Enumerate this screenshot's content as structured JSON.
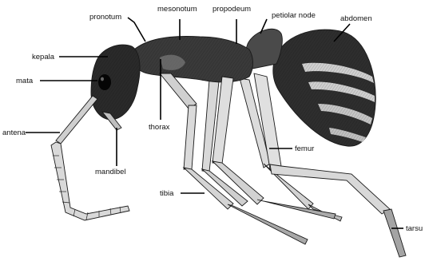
{
  "labels": {
    "pronotum": "pronotum",
    "mesonotum": "mesonotum",
    "propodeum": "propodeum",
    "petiolar_node": "petiolar node",
    "abdomen": "abdomen",
    "kepala": "kepala",
    "mata": "mata",
    "antena": "antena",
    "mandibel": "mandibel",
    "thorax": "thorax",
    "femur": "femur",
    "tibia": "tibia",
    "tarsus": "tarsu"
  },
  "colors": {
    "dark_body": "#2e2e2e",
    "mid_body": "#555555",
    "light_leg": "#d6d6d6",
    "stripe": "#cfcfcf",
    "ink": "#111111"
  }
}
